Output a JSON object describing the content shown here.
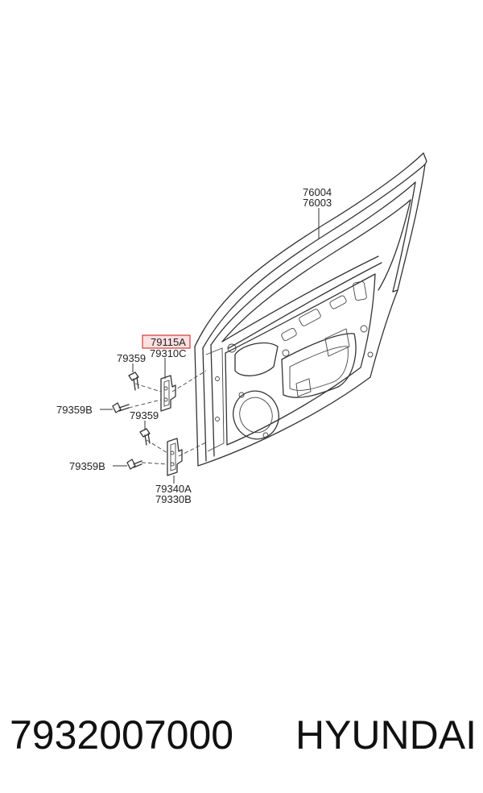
{
  "labels": {
    "door_top": "76004",
    "door_bottom": "76003",
    "highlight": "79115A",
    "hinge_upper": "79310C",
    "bolt_upper_a": "79359",
    "bolt_upper_b": "79359B",
    "bolt_lower_a": "79359",
    "bolt_lower_b": "79359B",
    "hinge_lower_top": "79340A",
    "hinge_lower_bottom": "79330B"
  },
  "footer": {
    "part_number": "7932007000",
    "brand": "HYUNDAI"
  },
  "colors": {
    "highlight_fill": "#f6c7c7",
    "highlight_stroke": "#d23b3b",
    "line": "#333333"
  }
}
